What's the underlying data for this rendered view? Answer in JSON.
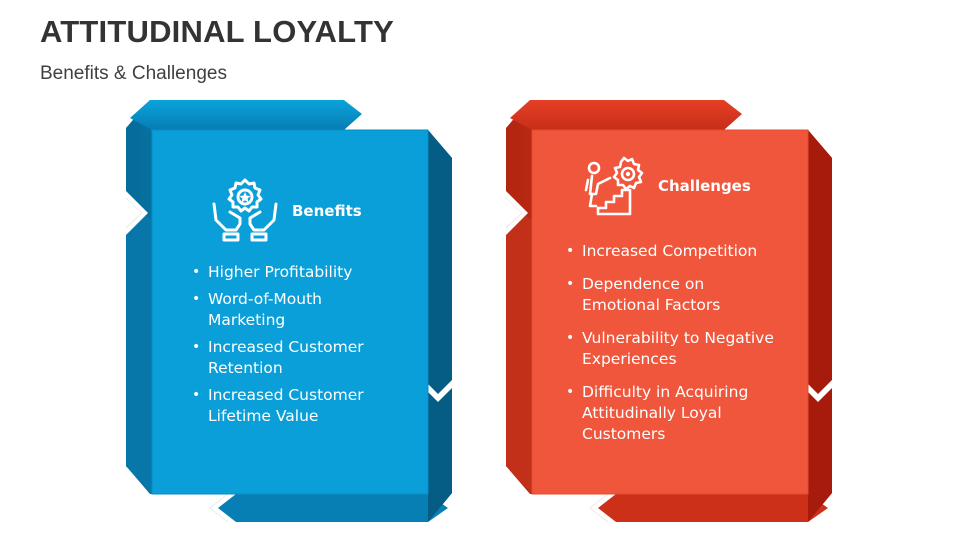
{
  "slide": {
    "title": "ATTITUDINAL LOYALTY",
    "subtitle": "Benefits & Challenges"
  },
  "colors": {
    "benefits_light": "#0a9fd8",
    "benefits_dark": "#086a96",
    "challenges_light": "#f0563c",
    "challenges_dark": "#b6210f"
  },
  "benefits": {
    "heading": "Benefits",
    "icon": "award-hands-icon",
    "items": [
      "Higher Profitability",
      "Word-of-Mouth\nMarketing",
      "Increased Customer\nRetention",
      "Increased Customer\nLifetime Value"
    ]
  },
  "challenges": {
    "heading": "Challenges",
    "icon": "climber-gear-icon",
    "items": [
      "Increased Competition",
      "Dependence on\nEmotional Factors",
      "Vulnerability to Negative\nExperiences",
      "Difficulty in Acquiring\nAttitudinally Loyal\nCustomers"
    ]
  }
}
